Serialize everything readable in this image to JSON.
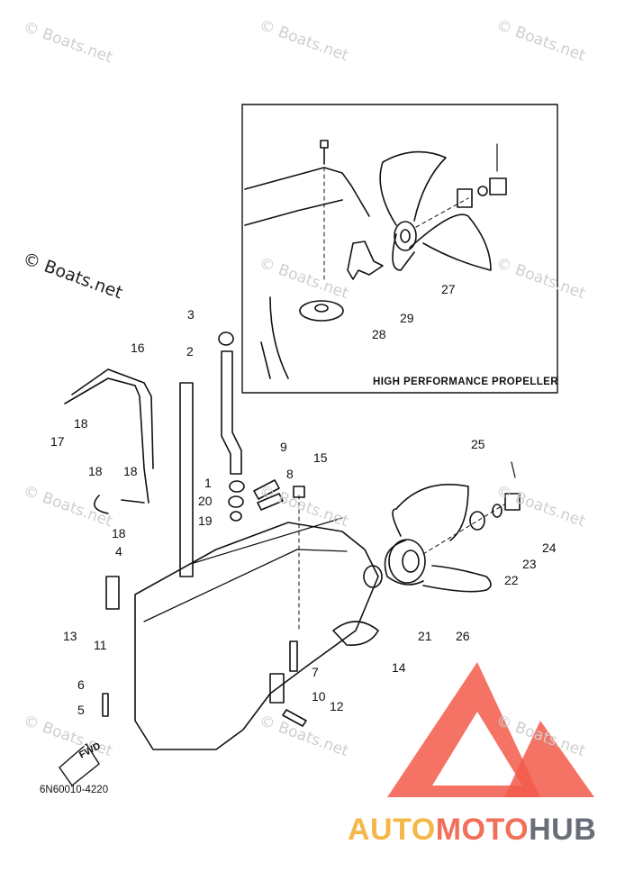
{
  "watermark": "© Boats.net",
  "inset_label": "HIGH PERFORMANCE PROPELLER",
  "part_code": "6N60010-4220",
  "fwd_label": "FWD",
  "logo": {
    "part1": "AUTO",
    "part2": "MOTO",
    "part3": "HUB",
    "colors": {
      "auto": "#f4b84a",
      "moto": "#f26f5a",
      "hub": "#6a6e78",
      "mark": "#f25a4a"
    }
  },
  "callouts": [
    "1",
    "2",
    "3",
    "4",
    "5",
    "6",
    "7",
    "8",
    "9",
    "10",
    "11",
    "12",
    "13",
    "14",
    "15",
    "16",
    "17",
    "18",
    "18",
    "18",
    "18",
    "19",
    "20",
    "21",
    "22",
    "23",
    "24",
    "25",
    "26",
    "27",
    "28",
    "29"
  ]
}
